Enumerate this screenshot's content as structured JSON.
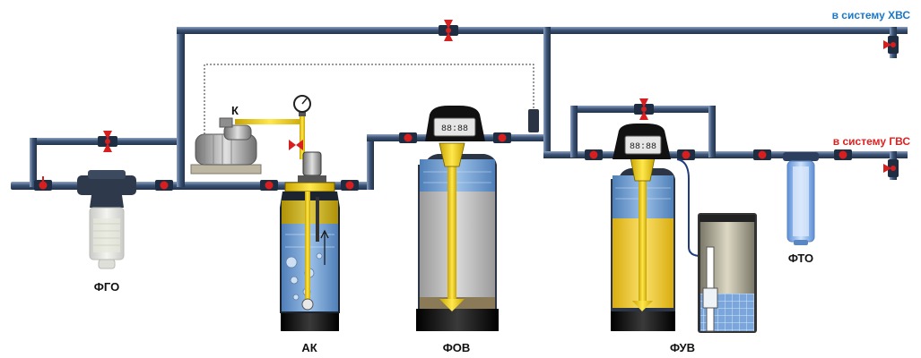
{
  "outputs": {
    "cold": {
      "text": "в систему ХВС",
      "color": "#1b78c8"
    },
    "hot": {
      "text": "в систему ГВС",
      "color": "#e02020"
    }
  },
  "labels": {
    "fgo": "ФГО",
    "ak": "АК",
    "fov": "ФОВ",
    "fuv": "ФУВ",
    "fto": "ФТО",
    "compressor": "К"
  },
  "controllers": {
    "fov": "88:88",
    "fuv": "88:88"
  },
  "colors": {
    "pipe": "#3a4f6a",
    "pipe_highlight": "#7d93b3",
    "valve": "#d81e1e",
    "water": "#6f9fd6",
    "sand": "#c8c8c8",
    "resin": "#f3d12b",
    "riser": "#f0d400",
    "base": "#111111"
  },
  "icons": [
    "valve-icon",
    "pressure-gauge-icon",
    "air-pump-icon",
    "controller-icon"
  ]
}
